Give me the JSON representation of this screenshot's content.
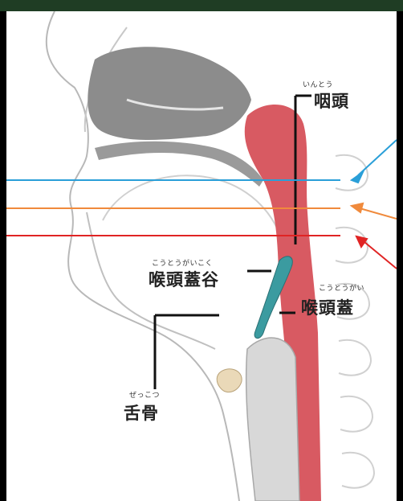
{
  "labels": {
    "pharynx": {
      "ruby": "いんとう",
      "kanji": "咽頭"
    },
    "vallecula": {
      "ruby": "こうとうがいこく",
      "kanji": "喉頭蓋谷"
    },
    "epiglottis": {
      "ruby": "こうとうがい",
      "kanji": "喉頭蓋"
    },
    "hyoid": {
      "ruby": "ぜっこつ",
      "kanji": "舌骨"
    }
  },
  "colors": {
    "background": "#000000",
    "top_bar": "#1f3d24",
    "pharynx": "#d85a62",
    "epiglottis": "#3b9ba0",
    "tissue_grey": "#8c8c8c",
    "line_blue": "#2a9fd8",
    "line_orange": "#f08a3c",
    "line_red": "#e02424"
  }
}
